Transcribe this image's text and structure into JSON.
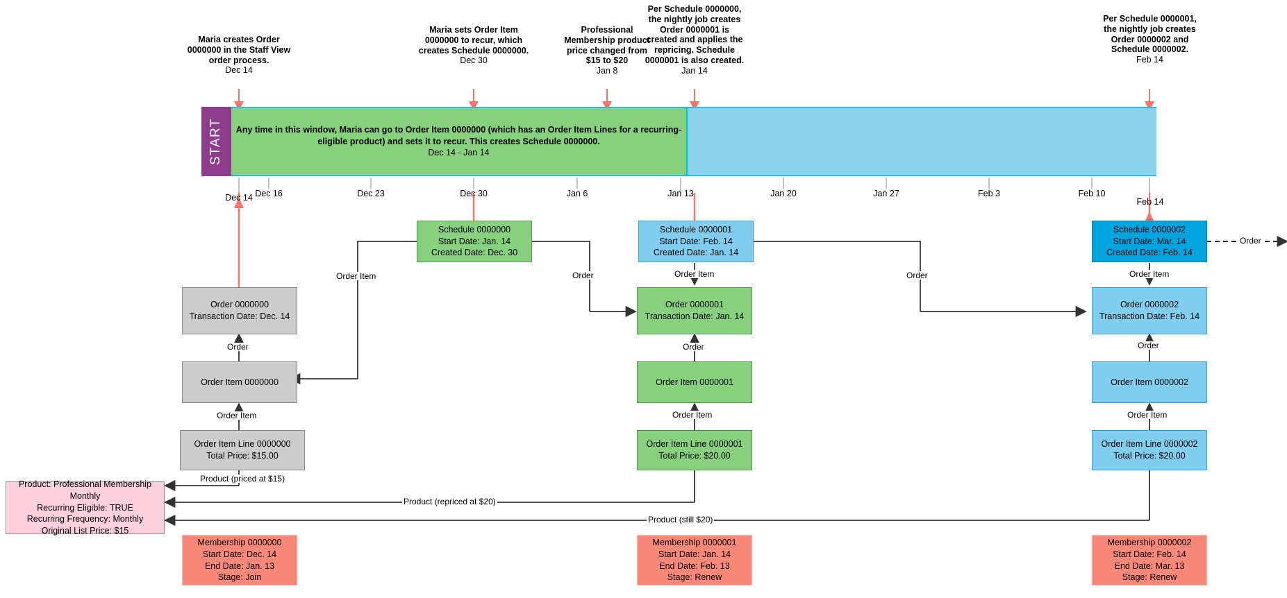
{
  "annotations": [
    {
      "id": "a0",
      "title": "Maria creates Order 0000000 in the Staff View order process.",
      "date": "Dec 14"
    },
    {
      "id": "a1",
      "title": "Maria sets Order Item 0000000 to recur, which creates Schedule 0000000.",
      "date": "Dec 30"
    },
    {
      "id": "a2",
      "title": "Professional Membership product price changed from $15 to $20",
      "date": "Jan 8"
    },
    {
      "id": "a3",
      "title": "Per Schedule 0000000, the nightly job creates Order 0000001 is created and applies the repricing. Schedule 0000001 is also created.",
      "date": "Jan 14"
    },
    {
      "id": "a4",
      "title": "Per Schedule 0000001, the nightly job creates Order 0000002 and Schedule 0000002.",
      "date": "Feb 14"
    }
  ],
  "timeline": {
    "start_label": "START",
    "window_line1": "Any time in this window, Maria can go to Order Item 0000000",
    "window_line2": "(which has an Order Item Lines for a recurring-eligible product)",
    "window_line3": "and sets it to recur. This creates Schedule 0000000.",
    "window_range": "Dec 14 - Jan 14",
    "colors": {
      "start": "#8e3d8c",
      "window_green": "#86d07e",
      "window_blue": "#8ad2ee",
      "axis_stroke": "#29b6f6",
      "marker": "#fa7268"
    },
    "axis_ticks": [
      "Dec 14",
      "Dec 16",
      "Dec 23",
      "Dec 30",
      "Jan 6",
      "Jan 13",
      "Jan 20",
      "Jan 27",
      "Feb 3",
      "Feb 10",
      "Feb 14"
    ]
  },
  "nodes": {
    "schedule0": {
      "l1": "Schedule 0000000",
      "l2": "Start Date: Jan. 14",
      "l3": "Created Date: Dec. 30"
    },
    "schedule1": {
      "l1": "Schedule 0000001",
      "l2": "Start Date: Feb. 14",
      "l3": "Created Date: Jan. 14"
    },
    "schedule2": {
      "l1": "Schedule 0000002",
      "l2": "Start Date: Mar. 14",
      "l3": "Created Date: Feb. 14"
    },
    "order0": {
      "l1": "Order 0000000",
      "l2": "Transaction Date: Dec. 14"
    },
    "order1": {
      "l1": "Order 0000001",
      "l2": "Transaction Date: Jan. 14"
    },
    "order2": {
      "l1": "Order 0000002",
      "l2": "Transaction Date: Feb. 14"
    },
    "orderitem0": {
      "l1": "Order Item 0000000"
    },
    "orderitem1": {
      "l1": "Order Item 0000001"
    },
    "orderitem2": {
      "l1": "Order Item 0000002"
    },
    "orderitemline0": {
      "l1": "Order Item Line  0000000",
      "l2": "Total Price: $15.00"
    },
    "orderitemline1": {
      "l1": "Order Item Line  0000001",
      "l2": "Total Price: $20.00"
    },
    "orderitemline2": {
      "l1": "Order Item Line  0000002",
      "l2": "Total Price: $20.00"
    },
    "product": {
      "l1": "Product: Professional Membership Monthly",
      "l2": "Recurring Eligible: TRUE",
      "l3": "Recurring Frequency: Monthly",
      "l4": "Original List Price: $15"
    },
    "membership0": {
      "l1": "Membership 0000000",
      "l2": "Start Date: Dec. 14",
      "l3": "End Date: Jan. 13",
      "l4": "Stage: Join"
    },
    "membership1": {
      "l1": "Membership 0000001",
      "l2": "Start Date: Jan. 14",
      "l3": "End Date: Feb. 13",
      "l4": "Stage: Renew"
    },
    "membership2": {
      "l1": "Membership 0000002",
      "l2": "Start Date: Feb. 14",
      "l3": "End Date: Mar. 13",
      "l4": "Stage: Renew"
    }
  },
  "edge_labels": {
    "sched0_orderitem": "Order Item",
    "sched0_order": "Order",
    "sched1_orderitem": "Order Item",
    "sched1_order": "Order",
    "sched2_orderitem": "Order Item",
    "sched2_order": "Order",
    "o0_oi0": "Order",
    "oi0_oil0": "Order Item",
    "o1_oi1": "Order",
    "oi1_oil1": "Order Item",
    "o2_oi2": "Order",
    "oi2_oil2": "Order Item",
    "product_15": "Product (priced at $15)",
    "product_20": "Product (repriced at $20)",
    "product_still20": "Product (still $20)"
  }
}
